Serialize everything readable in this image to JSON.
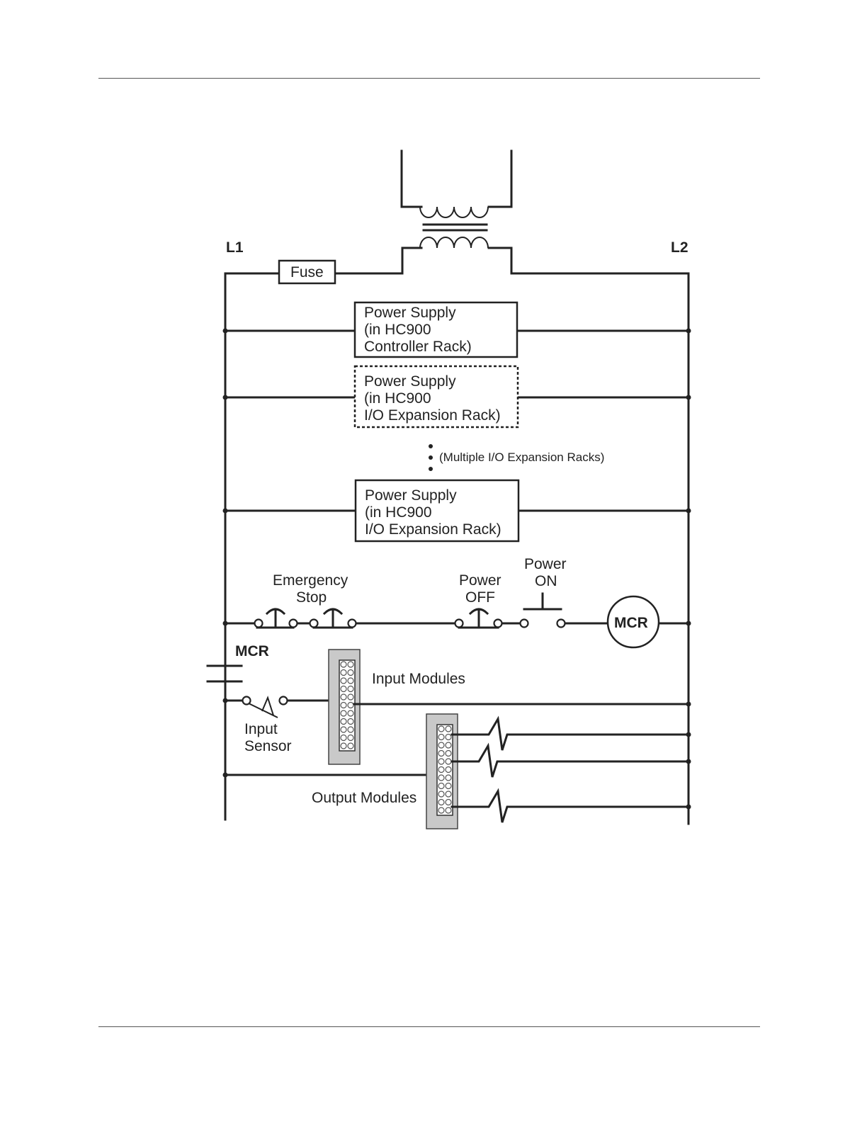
{
  "labels": {
    "l1": "L1",
    "l2": "L2",
    "fuse": "Fuse",
    "ps1": [
      "Power Supply",
      "(in HC900",
      "Controller Rack)"
    ],
    "ps2": [
      "Power Supply",
      "(in HC900",
      "I/O Expansion Rack)"
    ],
    "ps3": [
      "Power Supply",
      "(in HC900",
      "I/O Expansion Rack)"
    ],
    "multiple": "(Multiple I/O Expansion Racks)",
    "estop": [
      "Emergency",
      "Stop"
    ],
    "power_off": [
      "Power",
      "OFF"
    ],
    "power_on": [
      "Power",
      "ON"
    ],
    "mcr_coil": "MCR",
    "mcr_contact": "MCR",
    "input_modules": "Input Modules",
    "input_sensor": [
      "Input",
      "Sensor"
    ],
    "output_modules": "Output Modules"
  }
}
